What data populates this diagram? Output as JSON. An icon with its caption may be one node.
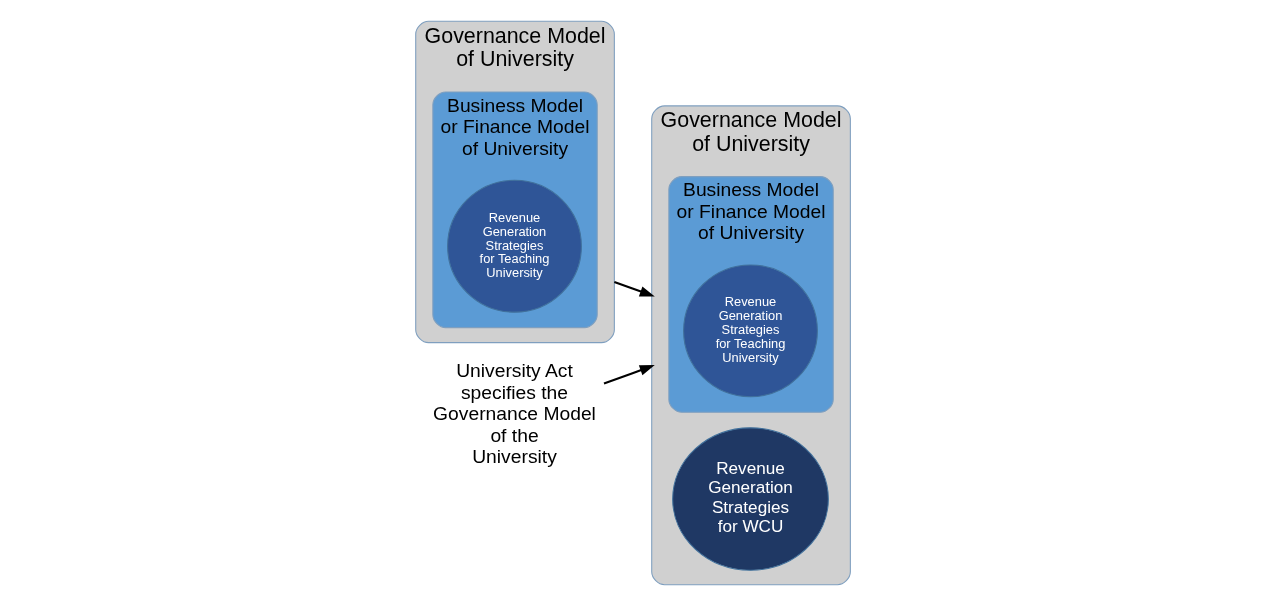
{
  "diagram": {
    "nodes": [
      {
        "text": [
          "Governance Model of University"
        ]
      },
      {
        "text": [
          "Business Model or Finance Model of University"
        ],
        "in": 0
      },
      {
        "text": [
          "Revenue Generation Strategies for Teaching University"
        ],
        "in": 1
      },
      {
        "text": [
          "Governance Model of University"
        ]
      },
      {
        "text": [
          "Business Model or Finance Model of University"
        ],
        "in": 3
      },
      {
        "text": [
          "Revenue Generation Strategies for Teaching University"
        ],
        "in": 4
      },
      {
        "text": [
          "Revenue Generation Strategies for WCU"
        ],
        "in": 3
      },
      {
        "text": [
          "University Act specifies the Governance Model of the University"
        ]
      }
    ],
    "edges": [
      {
        "from": 0,
        "to": 3,
        "arrow": "to"
      },
      {
        "from": 7,
        "to": 3,
        "arrow": "to"
      }
    ]
  }
}
